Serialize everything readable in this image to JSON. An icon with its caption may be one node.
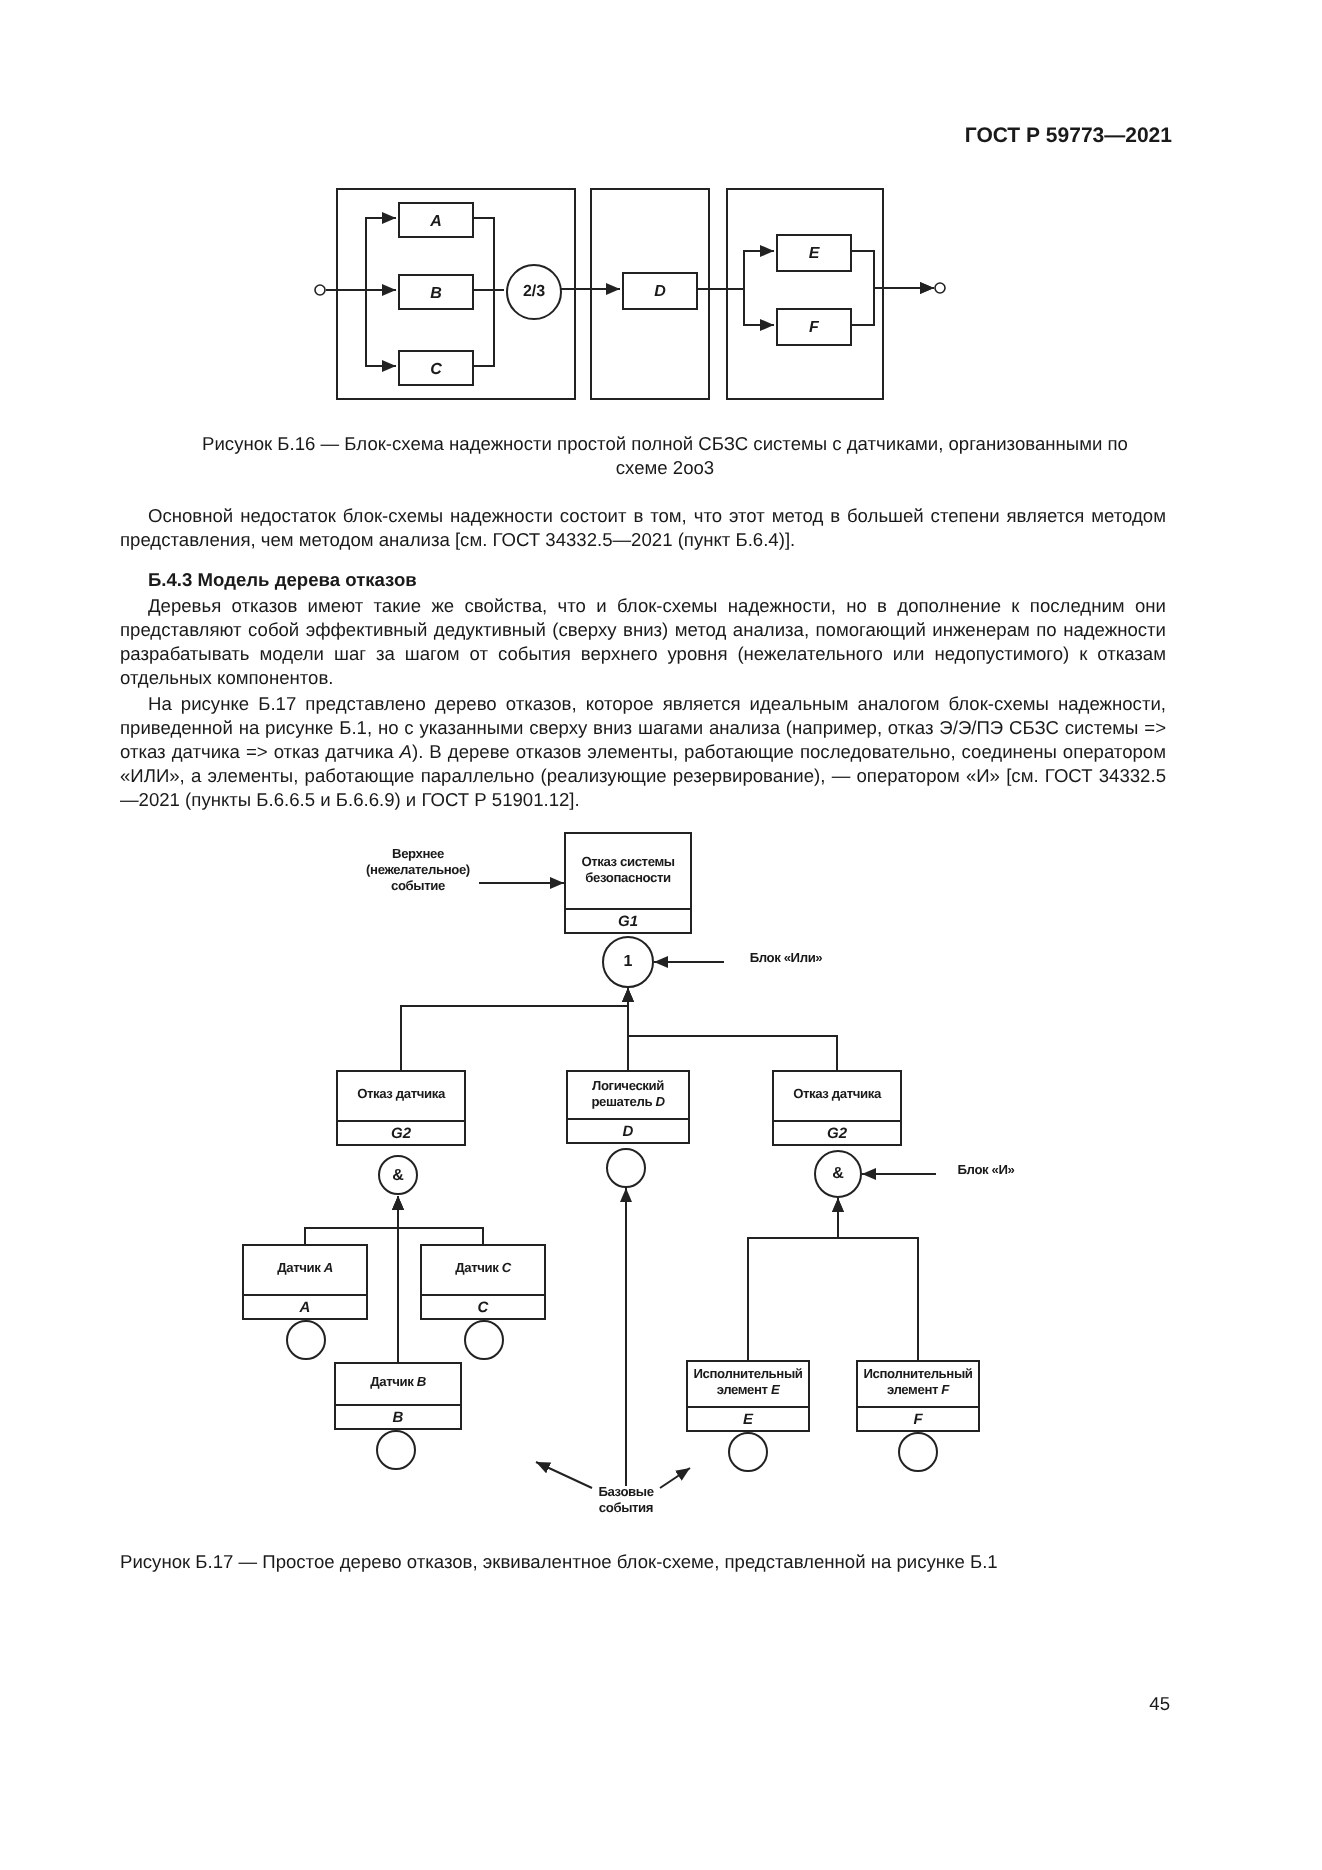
{
  "diagram": {
    "nodes": [
      {
        "text": [],
        "shape": "box"
      },
      {
        "text": [
          "A"
        ],
        "in": 0
      },
      {
        "text": [
          "B"
        ],
        "in": 0
      },
      {
        "text": [
          "C"
        ],
        "in": 0
      },
      {
        "text": [
          "2/3"
        ],
        "in": 0
      },
      {
        "text": [],
        "shape": "box"
      },
      {
        "text": [
          "D"
        ],
        "in": 5
      },
      {
        "text": [],
        "shape": "box"
      },
      {
        "text": [
          "E"
        ],
        "in": 7
      },
      {
        "text": [
          "F"
        ],
        "in": 7
      },
      {
        "text": [],
        "shape": "circle"
      },
      {
        "text": [],
        "shape": "circle"
      },
      {
        "text": [
          "Верхнее (нежелательное) событие"
        ]
      },
      {
        "text": [
          "Отказ системы безопасности",
          "G1"
        ]
      },
      {
        "text": [
          "1"
        ]
      },
      {
        "text": [
          "Блок «Или»"
        ]
      },
      {
        "text": [
          "Отказ датчика",
          "G2"
        ]
      },
      {
        "text": [
          "Логический решатель *D*",
          "D"
        ]
      },
      {
        "text": [
          "Отказ датчика",
          "G2"
        ]
      },
      {
        "text": [
          "&"
        ]
      },
      {
        "text": [],
        "shape": "circle"
      },
      {
        "text": [
          "&"
        ]
      },
      {
        "text": [
          "Блок «И»"
        ]
      },
      {
        "text": [
          "Датчик *A*",
          "A"
        ]
      },
      {
        "text": [
          "Датчик *C*",
          "C"
        ]
      },
      {
        "text": [
          "Датчик *B*",
          "B"
        ]
      },
      {
        "text": [],
        "shape": "circle"
      },
      {
        "text": [],
        "shape": "circle"
      },
      {
        "text": [],
        "shape": "circle"
      },
      {
        "text": [
          "Исполнительный элемент *E*",
          "E"
        ]
      },
      {
        "text": [
          "Исполнительный элемент *F*",
          "F"
        ]
      },
      {
        "text": [],
        "shape": "circle"
      },
      {
        "text": [],
        "shape": "circle"
      },
      {
        "text": [
          "Базовые события"
        ]
      }
    ],
    "edges": [
      {
        "from": 10,
        "to": 1,
        "arrow": "to"
      },
      {
        "from": 10,
        "to": 2,
        "arrow": "to"
      },
      {
        "from": 10,
        "to": 3,
        "arrow": "to"
      },
      {
        "from": 1,
        "to": 4,
        "arrow": "none"
      },
      {
        "from": 2,
        "to": 4,
        "arrow": "none"
      },
      {
        "from": 3,
        "to": 4,
        "arrow": "none"
      },
      {
        "from": 4,
        "to": 6,
        "arrow": "to"
      },
      {
        "from": 6,
        "to": 8,
        "arrow": "to"
      },
      {
        "from": 6,
        "to": 9,
        "arrow": "to"
      },
      {
        "from": 8,
        "to": 11,
        "arrow": "to"
      },
      {
        "from": 9,
        "to": 11,
        "arrow": "to"
      },
      {
        "from": 12,
        "to": 13,
        "arrow": "to"
      },
      {
        "from": 15,
        "to": 14,
        "arrow": "to"
      },
      {
        "from": 16,
        "to": 14,
        "arrow": "to"
      },
      {
        "from": 17,
        "to": 14,
        "arrow": "to"
      },
      {
        "from": 18,
        "to": 14,
        "arrow": "to"
      },
      {
        "from": 22,
        "to": 21,
        "arrow": "to"
      },
      {
        "from": 23,
        "to": 19,
        "arrow": "to"
      },
      {
        "from": 24,
        "to": 19,
        "arrow": "to"
      },
      {
        "from": 25,
        "to": 19,
        "arrow": "to"
      },
      {
        "from": 29,
        "to": 21,
        "arrow": "to"
      },
      {
        "from": 30,
        "to": 21,
        "arrow": "to"
      },
      {
        "from": 33,
        "to": 20,
        "arrow": "to"
      },
      {
        "from": 33,
        "to": null,
        "arrow": "to"
      },
      {
        "from": 33,
        "to": null,
        "arrow": "to"
      }
    ],
    "labels": [
      "ГОСТ Р 59773—2021",
      "Рисунок Б.16 — Блок-схема надежности простой полной СБЗС системы с датчиками, организованными по схеме 2oo3",
      "Основной недостаток блок-схемы надежности состоит в том, что этот метод в большей степени является методом представления, чем методом анализа [см. ГОСТ 34332.5—2021 (пункт Б.6.4)].",
      "Б.4.3 Модель дерева отказов",
      "Деревья отказов имеют такие же свойства, что и блок-схемы надежности, но в дополнение к последним они представляют собой эффективный дедуктивный (сверху вниз) метод анализа, помогающий инженерам по надежности разрабатывать модели шаг за шагом от события верхнего уровня (нежелательного или недопустимого) к отказам отдельных компонентов.",
      "На рисунке Б.17 представлено дерево отказов, которое является идеальным аналогом блок-схемы надежности, приведенной на рисунке Б.1, но с указанными сверху вниз шагами анализа (например, отказ Э/Э/ПЭ СБЗС системы => отказ датчика => отказ датчика *A*). В дереве отказов элементы, работающие последовательно, соединены оператором «ИЛИ», а элементы, работающие параллельно (реализующие резервирование), — оператором «И» [см. ГОСТ 34332.5—2021 (пункты Б.6.6.5 и Б.6.6.9) и ГОСТ Р 51901.12].",
      "Рисунок Б.17 — Простое дерево отказов, эквивалентное блок-схеме, представленной на рисунке Б.1",
      "45"
    ]
  }
}
